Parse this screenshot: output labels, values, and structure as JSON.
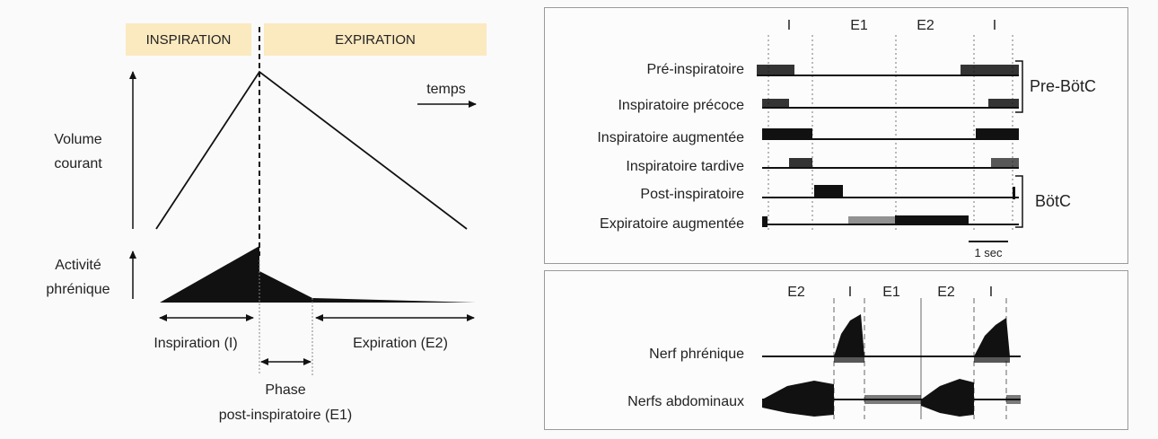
{
  "left": {
    "phase_inspiration": "INSPIRATION",
    "phase_expiration": "EXPIRATION",
    "temps": "temps",
    "volume_line1": "Volume",
    "volume_line2": "courant",
    "activite_line1": "Activité",
    "activite_line2": "phrénique",
    "inspiration_i": "Inspiration (I)",
    "expiration_e2": "Expiration (E2)",
    "phase_line1": "Phase",
    "phase_line2": "post-inspiratoire (E1)"
  },
  "top_panel": {
    "phases": [
      "I",
      "E1",
      "E2",
      "I"
    ],
    "neurons": [
      "Pré-inspiratoire",
      "Inspiratoire précoce",
      "Inspiratoire augmentée",
      "Inspiratoire tardive",
      "Post-inspiratoire",
      "Expiratoire augmentée"
    ],
    "group_prebotc": "Pre-BötC",
    "group_botc": "BötC",
    "scale": "1 sec"
  },
  "bottom_panel": {
    "phases": [
      "E2",
      "I",
      "E1",
      "E2",
      "I"
    ],
    "nerves": [
      "Nerf phrénique",
      "Nerfs abdominaux"
    ]
  },
  "colors": {
    "highlight": "#fbe9bf",
    "ink": "#111111"
  }
}
